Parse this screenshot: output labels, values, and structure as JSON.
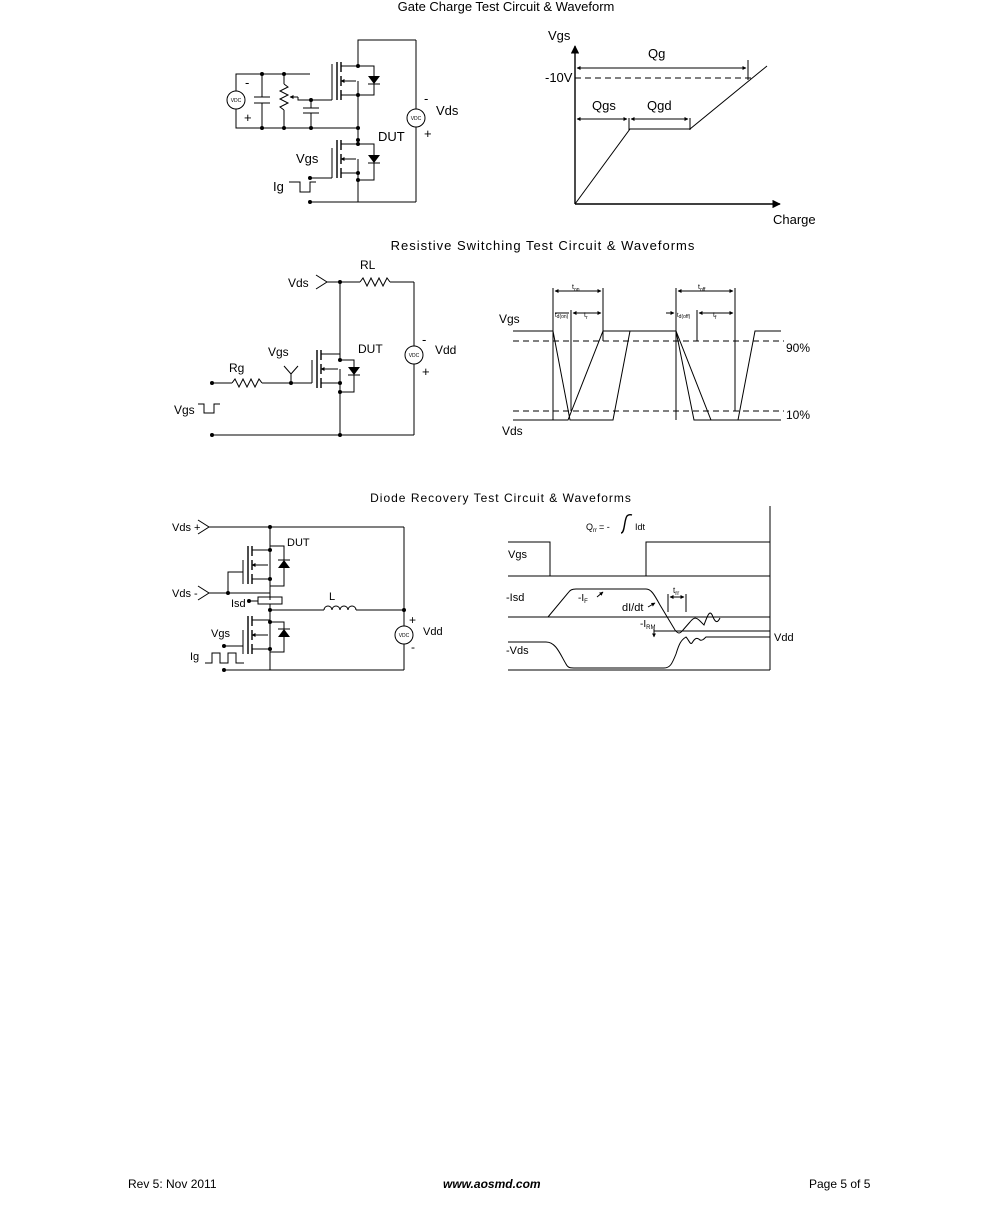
{
  "sections": {
    "gate_charge": {
      "title": "Gate Charge Test Circuit & Waveform",
      "circuit": {
        "minus": "-",
        "plus": "+",
        "vdc": "VDC",
        "vds_minus": "-",
        "vds": "Vds",
        "vds_plus": "+",
        "dut": "DUT",
        "vgs": "Vgs",
        "ig": "Ig"
      },
      "waveform": {
        "y_axis": "Vgs",
        "x_axis": "Charge",
        "level": "-10V",
        "qg": "Qg",
        "qgs": "Qgs",
        "qgd": "Qgd"
      }
    },
    "resistive_switching": {
      "title": "Resistive Switching Test Circuit & Waveforms",
      "circuit": {
        "vds": "Vds",
        "rl": "RL",
        "vgs": "Vgs",
        "rg": "Rg",
        "dut": "DUT",
        "vdc": "VDC",
        "vdd": "Vdd",
        "minus": "-",
        "plus": "+",
        "vgs_source": "Vgs"
      },
      "waveform": {
        "vgs": "Vgs",
        "vds": "Vds",
        "p90": "90%",
        "p10": "10%",
        "ton": "t",
        "ton_sub": "on",
        "toff": "t",
        "toff_sub": "off",
        "tdon": "t",
        "tdon_sub": "d(on)",
        "tr": "t",
        "tr_sub": "r",
        "tdoff": "t",
        "tdoff_sub": "d(off)",
        "tf": "t",
        "tf_sub": "f"
      }
    },
    "diode_recovery": {
      "title": "Diode Recovery Test Circuit & Waveforms",
      "circuit": {
        "vds_plus": "Vds +",
        "vds_minus": "Vds -",
        "dut": "DUT",
        "isd": "Isd",
        "l": "L",
        "vgs": "Vgs",
        "ig": "Ig",
        "vdc": "VDC",
        "vdd": "Vdd",
        "plus": "+",
        "minus": "-"
      },
      "waveform": {
        "qrr": "Q",
        "qrr_sub": "rr",
        "qrr_eq": "= -",
        "qrr_tail": "Idt",
        "vgs": "Vgs",
        "isd": "-Isd",
        "if": "-I",
        "if_sub": "F",
        "didt": "dI/dt",
        "trr": "t",
        "trr_sub": "rr",
        "irm": "-I",
        "irm_sub": "RM",
        "vds": "-Vds",
        "vdd": "Vdd"
      }
    }
  },
  "footer": {
    "revision": "Rev 5: Nov 2011",
    "website": "www.aosmd.com",
    "page": "Page 5 of 5"
  }
}
